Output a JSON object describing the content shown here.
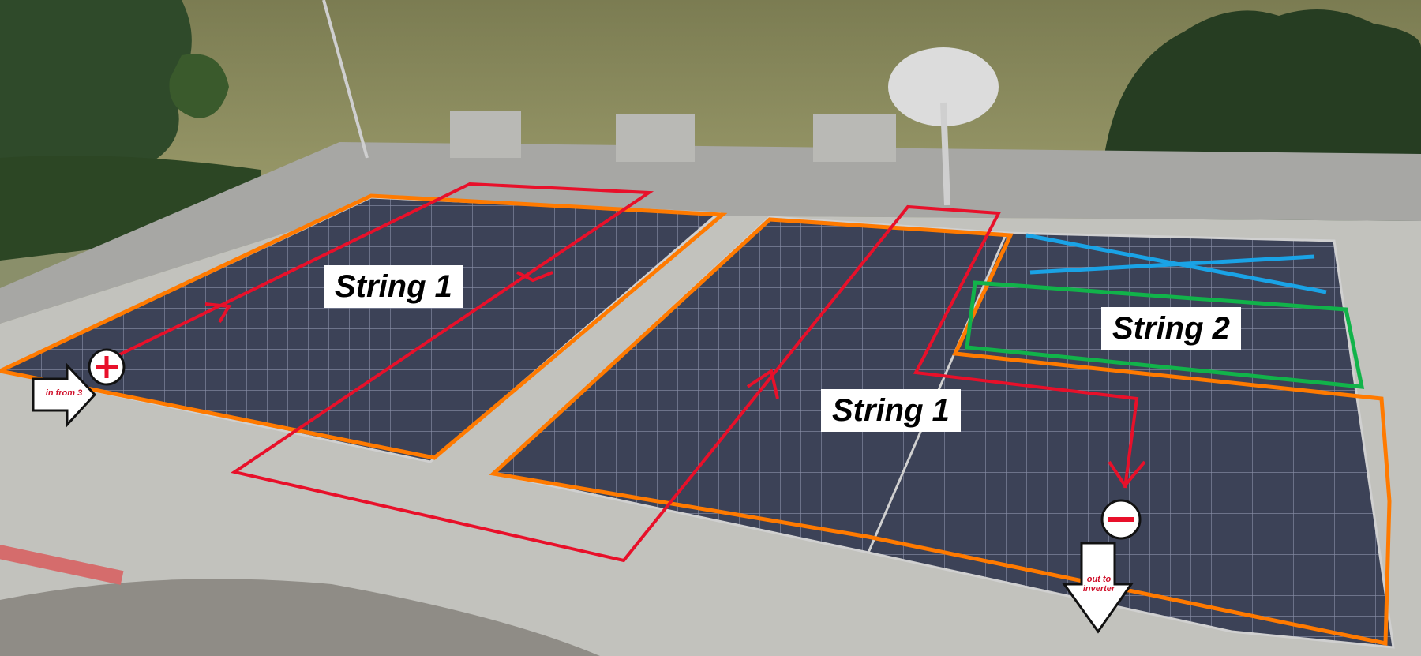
{
  "labels": {
    "string_1_left": "String 1",
    "string_1_right": "String 1",
    "string_2": "String 2",
    "in_from_3": "in from 3",
    "out_to_inverter": "out to inverter"
  },
  "annotation_colors": {
    "wire_route": "#e8102a",
    "module_outline": "#ff7a00",
    "string_2_outline": "#11b34a",
    "excluded_cross": "#1aa3e6"
  },
  "icons": {
    "positive_terminal": "plus-terminal-icon",
    "negative_terminal": "minus-terminal-icon",
    "input_arrow": "input-arrow-icon",
    "output_arrow": "output-arrow-icon"
  }
}
